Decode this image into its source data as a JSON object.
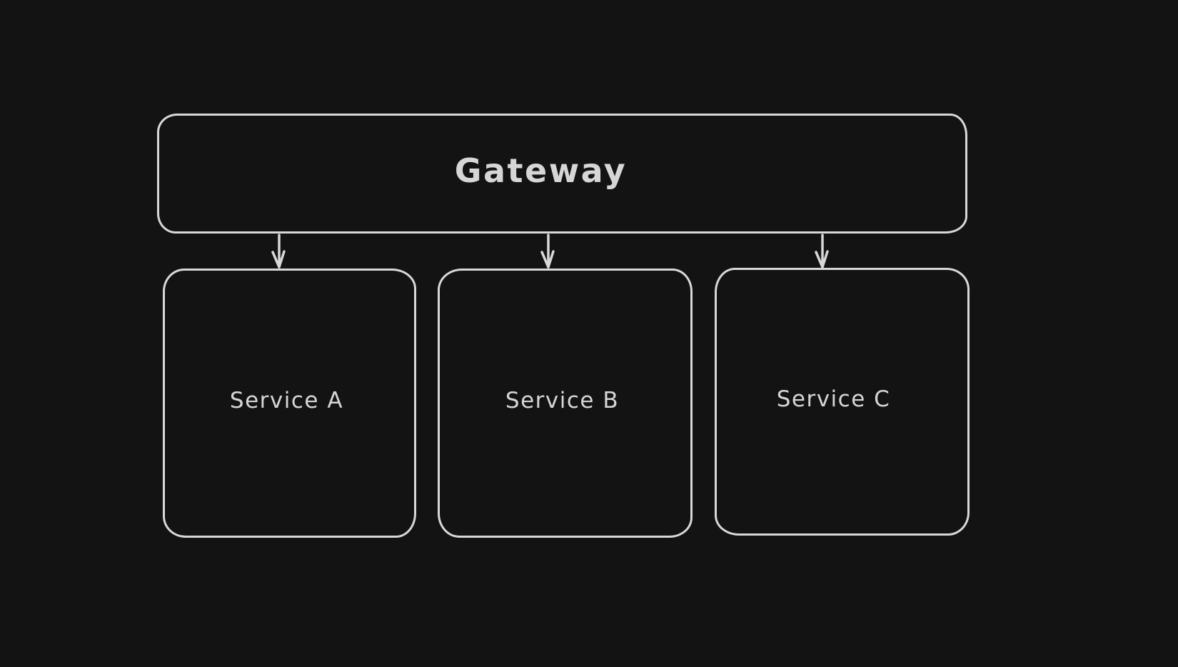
{
  "canvas": {
    "background_color": "#131313",
    "stroke_color": "#d8d8d8",
    "text_color": "#d6d6d6",
    "style": "hand-drawn-whiteboard-dark"
  },
  "diagram": {
    "type": "flowchart",
    "gateway": {
      "label": "Gateway"
    },
    "services": [
      {
        "label": "Service A"
      },
      {
        "label": "Service B"
      },
      {
        "label": "Service C"
      }
    ],
    "edges": [
      {
        "from": "Gateway",
        "to": "Service A",
        "direction": "down"
      },
      {
        "from": "Gateway",
        "to": "Service B",
        "direction": "down"
      },
      {
        "from": "Gateway",
        "to": "Service C",
        "direction": "down"
      }
    ]
  }
}
